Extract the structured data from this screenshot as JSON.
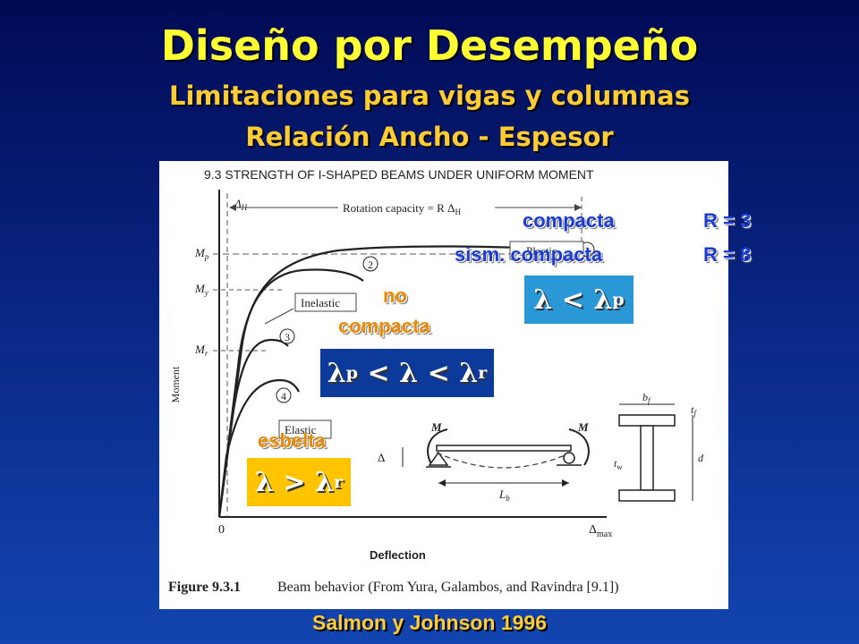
{
  "slide": {
    "title": "Diseño por Desempeño",
    "subtitle_line1": "Limitaciones para vigas y columnas",
    "subtitle_line2": "Relación Ancho - Espesor",
    "credit": "Salmon y Johnson 1996"
  },
  "figure": {
    "header": "9.3   STRENGTH OF I-SHAPED BEAMS UNDER UNIFORM MOMENT",
    "caption_bold": "Figure 9.3.1",
    "caption_text": "Beam behavior (From Yura, Galambos, and Ravindra [9.1])",
    "rotation_label": "Rotation capacity = R Δ",
    "delta_h": "Δ",
    "delta_sub": "H",
    "y_axis_label": "Moment",
    "x_axis_label": "Deflection",
    "origin": "0",
    "delta_max": "Δ",
    "delta_max_sub": "max",
    "mp": "M",
    "mp_sub": "p",
    "my": "M",
    "my_sub": "y",
    "mr": "M",
    "mr_sub": "r",
    "plastic": "Plastic",
    "inelastic": "Inelastic",
    "elastic": "Elastic",
    "curve1": "1",
    "curve2": "2",
    "curve3": "3",
    "curve4": "4",
    "beam_m": "M",
    "beam_delta": "Δ",
    "beam_lb": "L",
    "beam_lb_sub": "b",
    "sec_bf": "b",
    "sec_bf_sub": "f",
    "sec_tf": "t",
    "sec_tf_sub": "f",
    "sec_tw": "t",
    "sec_tw_sub": "w",
    "sec_d": "d"
  },
  "overlays": {
    "compacta": "compacta",
    "sism_compacta": "sism. compacta",
    "r3": "R = 3",
    "r8": "R = 8",
    "no": "no",
    "no_compacta": "compacta",
    "esbelta": "esbelta",
    "box_compact": {
      "lam": "λ",
      "op": "<",
      "lam2": "λ",
      "sub": "p"
    },
    "box_noncompact": {
      "lam1": "λ",
      "sub1": "p",
      "op1": "<",
      "lam": "λ",
      "op2": "<",
      "lam2": "λ",
      "sub2": "r"
    },
    "box_slender": {
      "lam": "λ",
      "op": ">",
      "lam2": "λ",
      "sub": "r"
    }
  },
  "colors": {
    "title": "#ffff33",
    "subtitle": "#ffcc33",
    "overlay_blue": "#1a3bd6",
    "overlay_orange": "#e98b05",
    "box_compact": "#2a97d6",
    "box_noncompact": "#0c3a9a",
    "box_slender": "#ffc400"
  }
}
